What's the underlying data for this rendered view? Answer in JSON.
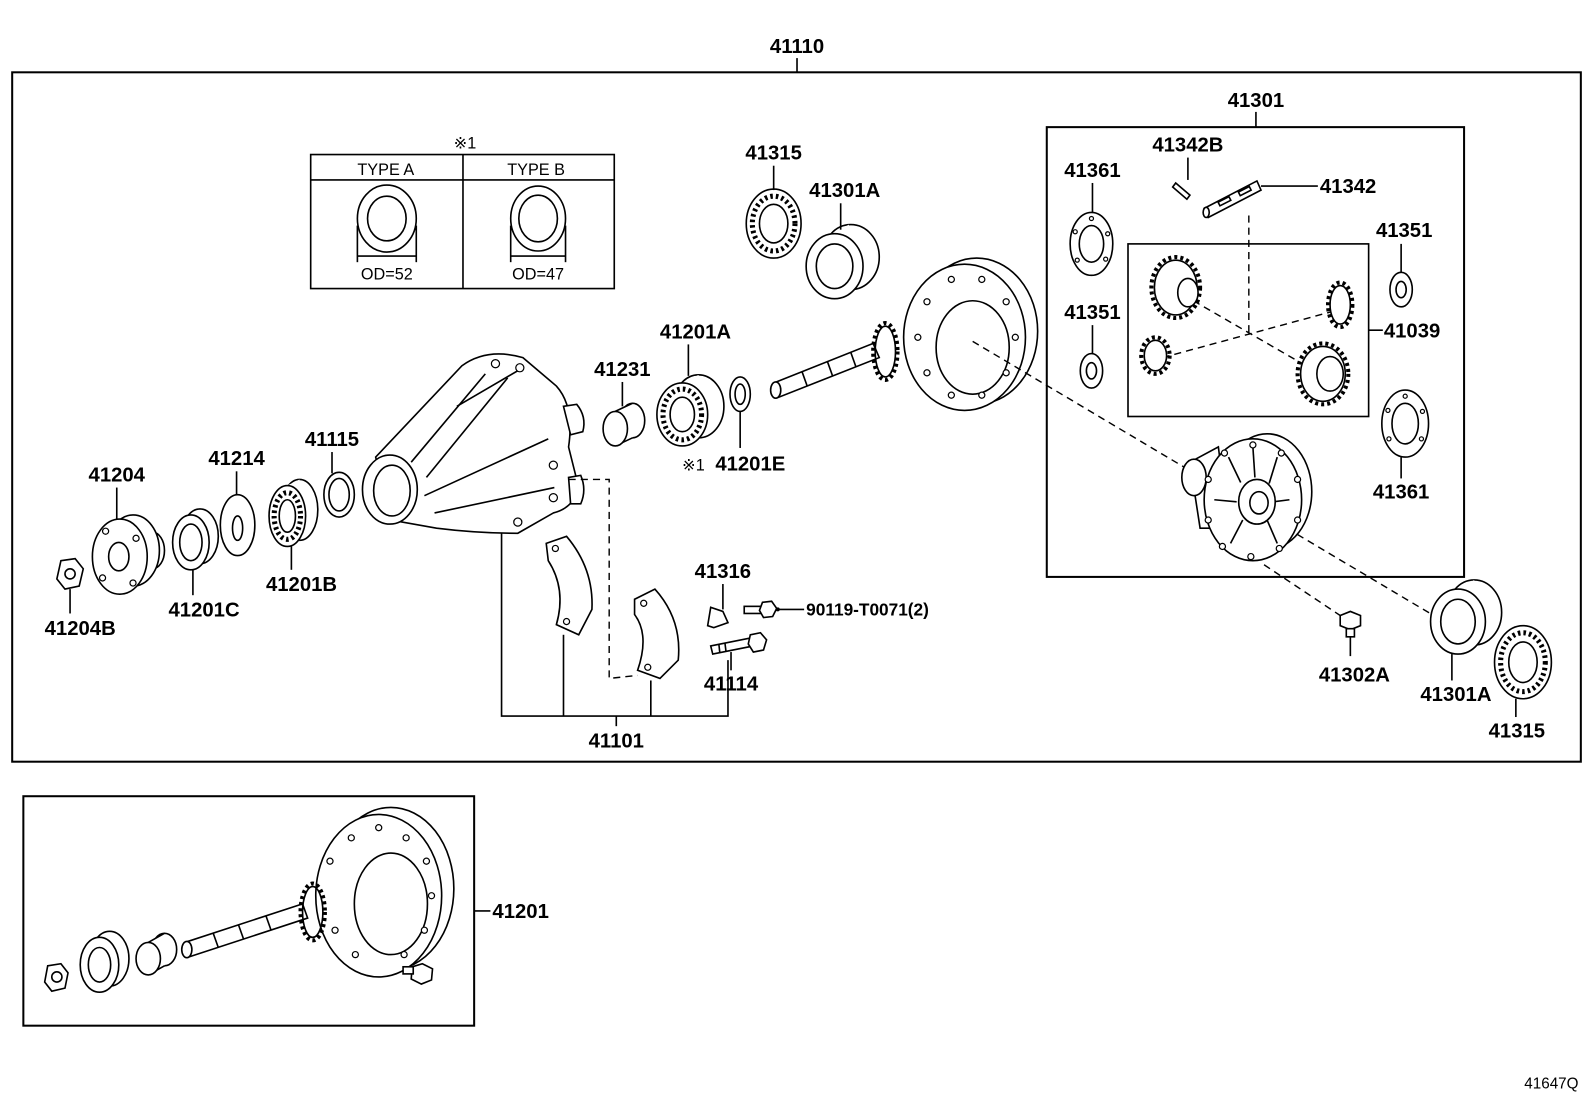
{
  "callouts": {
    "assembly": "41110",
    "case_assembly": "41301",
    "bearing_41315_upper": "41315",
    "race_41301a_upper": "41301A",
    "pin_41342b": "41342B",
    "shaft_41342": "41342",
    "washer_41361_upper": "41361",
    "washer_41351_right": "41351",
    "washer_41351_left": "41351",
    "gear_kit_41039": "41039",
    "bearing_41201a": "41201A",
    "spacer_41231": "41231",
    "note_mark_41201e": "※1",
    "shim_41201e": "41201E",
    "washer_41361_lower": "41361",
    "seal_41115": "41115",
    "washer_41214": "41214",
    "flange_41204": "41204",
    "seal_41201c": "41201C",
    "bearing_41201b": "41201B",
    "nut_41204b": "41204B",
    "bracket_41316": "41316",
    "bolt_90119": "90119-T0071(2)",
    "bolt_41114": "41114",
    "carrier_41101": "41101",
    "bolt_41302a": "41302A",
    "race_41301a_lower": "41301A",
    "bearing_41315_lower": "41315",
    "gear_set_41201": "41201",
    "illustration_code": "41647Q"
  },
  "type_table": {
    "note": "※1",
    "type_a": "TYPE A",
    "type_b": "TYPE B",
    "od_a": "OD=52",
    "od_b": "OD=47"
  }
}
